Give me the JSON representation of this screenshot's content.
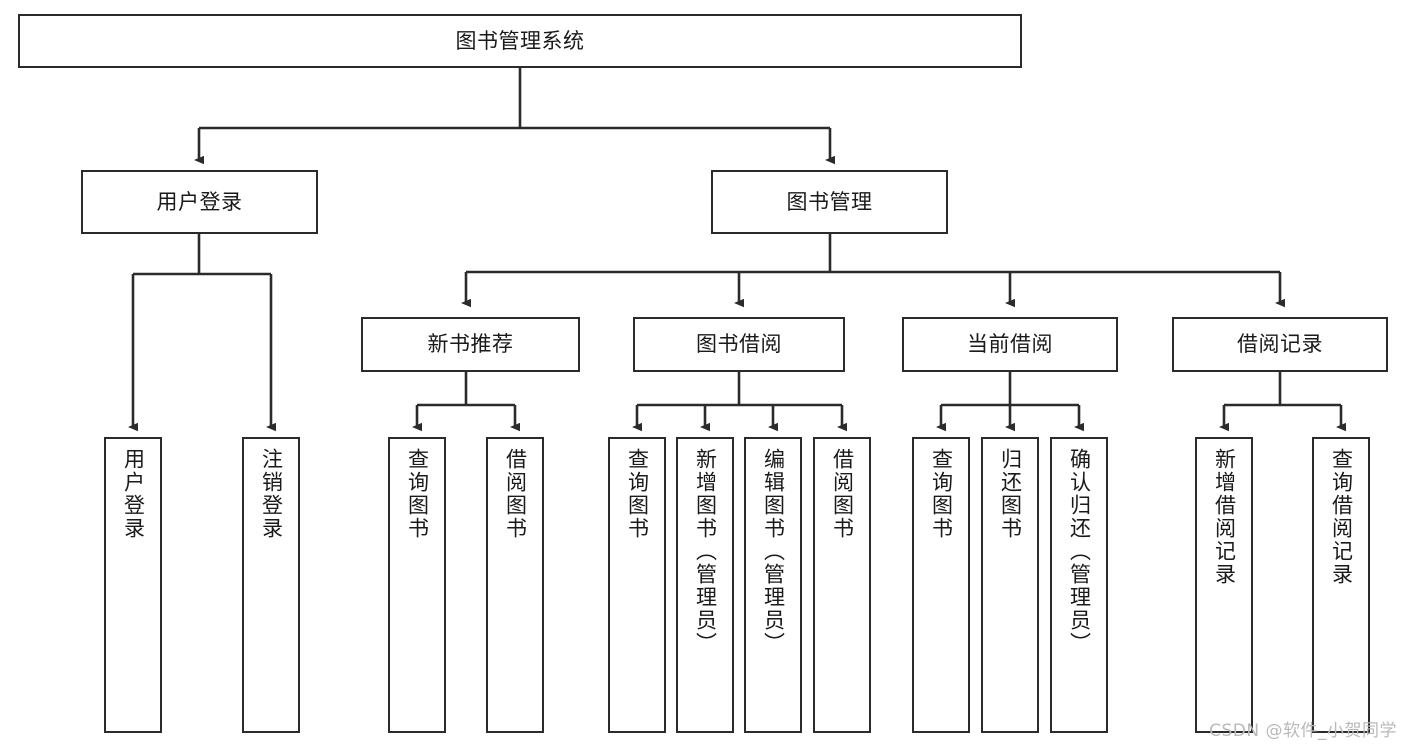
{
  "diagram": {
    "title": "图书管理系统",
    "watermark": "CSDN @软件_小贺同学",
    "accent_color": "#2b2b2b",
    "background_color": "#ffffff",
    "nodes": {
      "root": {
        "label": "图书管理系统"
      },
      "user_login": {
        "label": "用户登录"
      },
      "book_manage": {
        "label": "图书管理"
      },
      "new_book_rec": {
        "label": "新书推荐"
      },
      "book_borrow": {
        "label": "图书借阅"
      },
      "current_borrow": {
        "label": "当前借阅"
      },
      "borrow_record": {
        "label": "借阅记录"
      },
      "leaf_user_login": {
        "label": "用户登录"
      },
      "leaf_user_logout": {
        "label": "注销登录"
      },
      "leaf_query_book_1": {
        "label": "查询图书"
      },
      "leaf_borrow_book_1": {
        "label": "借阅图书"
      },
      "leaf_query_book_2": {
        "label": "查询图书"
      },
      "leaf_add_book": {
        "label": "新增图书（管理员）"
      },
      "leaf_edit_book": {
        "label": "编辑图书（管理员）"
      },
      "leaf_borrow_book_2": {
        "label": "借阅图书"
      },
      "leaf_query_book_3": {
        "label": "查询图书"
      },
      "leaf_return_book": {
        "label": "归还图书"
      },
      "leaf_confirm_return": {
        "label": "确认归还（管理员）"
      },
      "leaf_add_record": {
        "label": "新增借阅记录"
      },
      "leaf_query_record": {
        "label": "查询借阅记录"
      }
    }
  }
}
